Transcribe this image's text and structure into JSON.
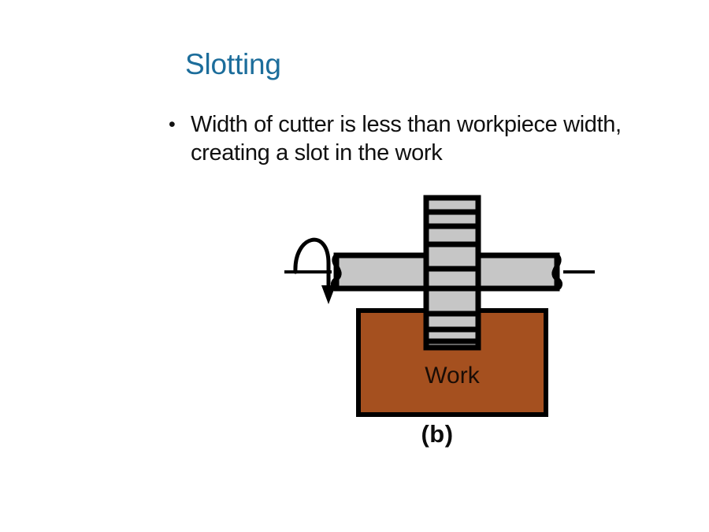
{
  "slide": {
    "title": "Slotting",
    "title_color": "#1C6D9B",
    "background_color": "#FFFFFF",
    "bullets": [
      {
        "marker": "•",
        "text": "Width of cutter is less than workpiece width, creating a slot in the work"
      }
    ]
  },
  "figure": {
    "caption": "(b)",
    "work_label": "Work",
    "work_color": "#A5501F",
    "metal_color": "#C6C6C6",
    "outline_color": "#000000",
    "parts": {
      "arbor_name": "arbor",
      "cutter_name": "slotting-cutter",
      "workpiece_name": "workpiece",
      "rotation_arrow_name": "rotation-arrow",
      "centerline_name": "centerline"
    }
  }
}
